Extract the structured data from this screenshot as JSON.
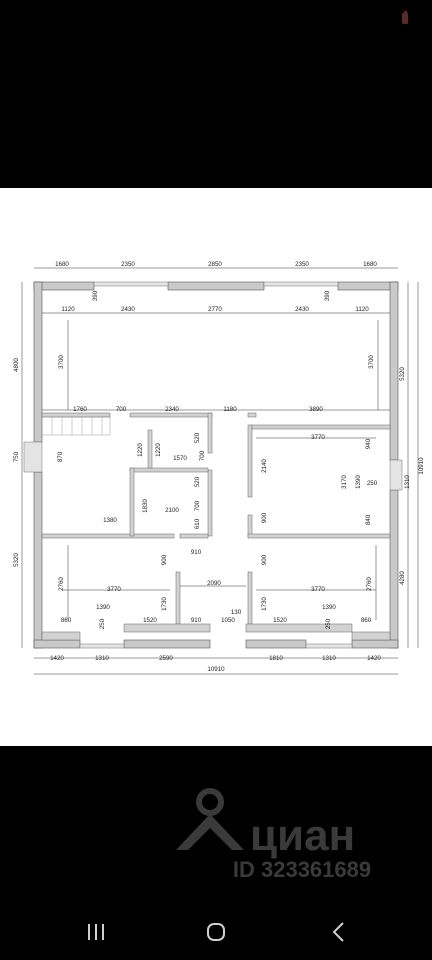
{
  "plan": {
    "top_outer": [
      "1680",
      "2350",
      "2850",
      "2350",
      "1680"
    ],
    "top_inner": [
      "1120",
      "2430",
      "2770",
      "2430",
      "1120"
    ],
    "top_small_left": "390",
    "top_small_right": "390",
    "left_outer_top": "4800",
    "left_outer_mid": "750",
    "left_outer_bottom": "5320",
    "right_outer_top": "5320",
    "right_outer_total": "10910",
    "right_outer_bottom": "4280",
    "inner_left_3700": "3700",
    "inner_right_3700": "3700",
    "row_labels": [
      "1760",
      "700",
      "2340",
      "1180",
      "3890"
    ],
    "right_room_width": "3770",
    "d940": "940",
    "d2140": "2140",
    "d3170": "3170",
    "d1390v": "1390",
    "d250r": "250",
    "d1310r": "1310",
    "d840": "840",
    "d900r1": "900",
    "d1220a": "1220",
    "d1220b": "1220",
    "d520a": "520",
    "d1570": "1570",
    "d700a": "700",
    "d870": "870",
    "d520b": "520",
    "d700b": "700",
    "d610": "610",
    "d1830": "1830",
    "d2100": "2100",
    "d1380": "1380",
    "d910a": "910",
    "d900l": "900",
    "d900r2": "900",
    "d2760l": "2760",
    "d2760r": "2760",
    "d3770l": "3770",
    "d3770r": "3770",
    "d2090": "2090",
    "d1730l": "1730",
    "d1730r": "1730",
    "d1390l": "1390",
    "d1390r": "1390",
    "d860l": "860",
    "d250l": "250",
    "d1520l": "1520",
    "d910b": "910",
    "d130": "130",
    "d1050": "1050",
    "d1520r": "1520",
    "d250rr": "250",
    "d860r": "860",
    "bottom_outer": [
      "1420",
      "1310",
      "2590",
      "1810",
      "1310",
      "1420"
    ],
    "bottom_total": "10910"
  },
  "watermark": {
    "brand": "циан",
    "id_text": "ID 323361689"
  },
  "nav": {
    "recent_icon": "recent-apps-icon",
    "home_icon": "home-icon",
    "back_icon": "back-icon"
  }
}
